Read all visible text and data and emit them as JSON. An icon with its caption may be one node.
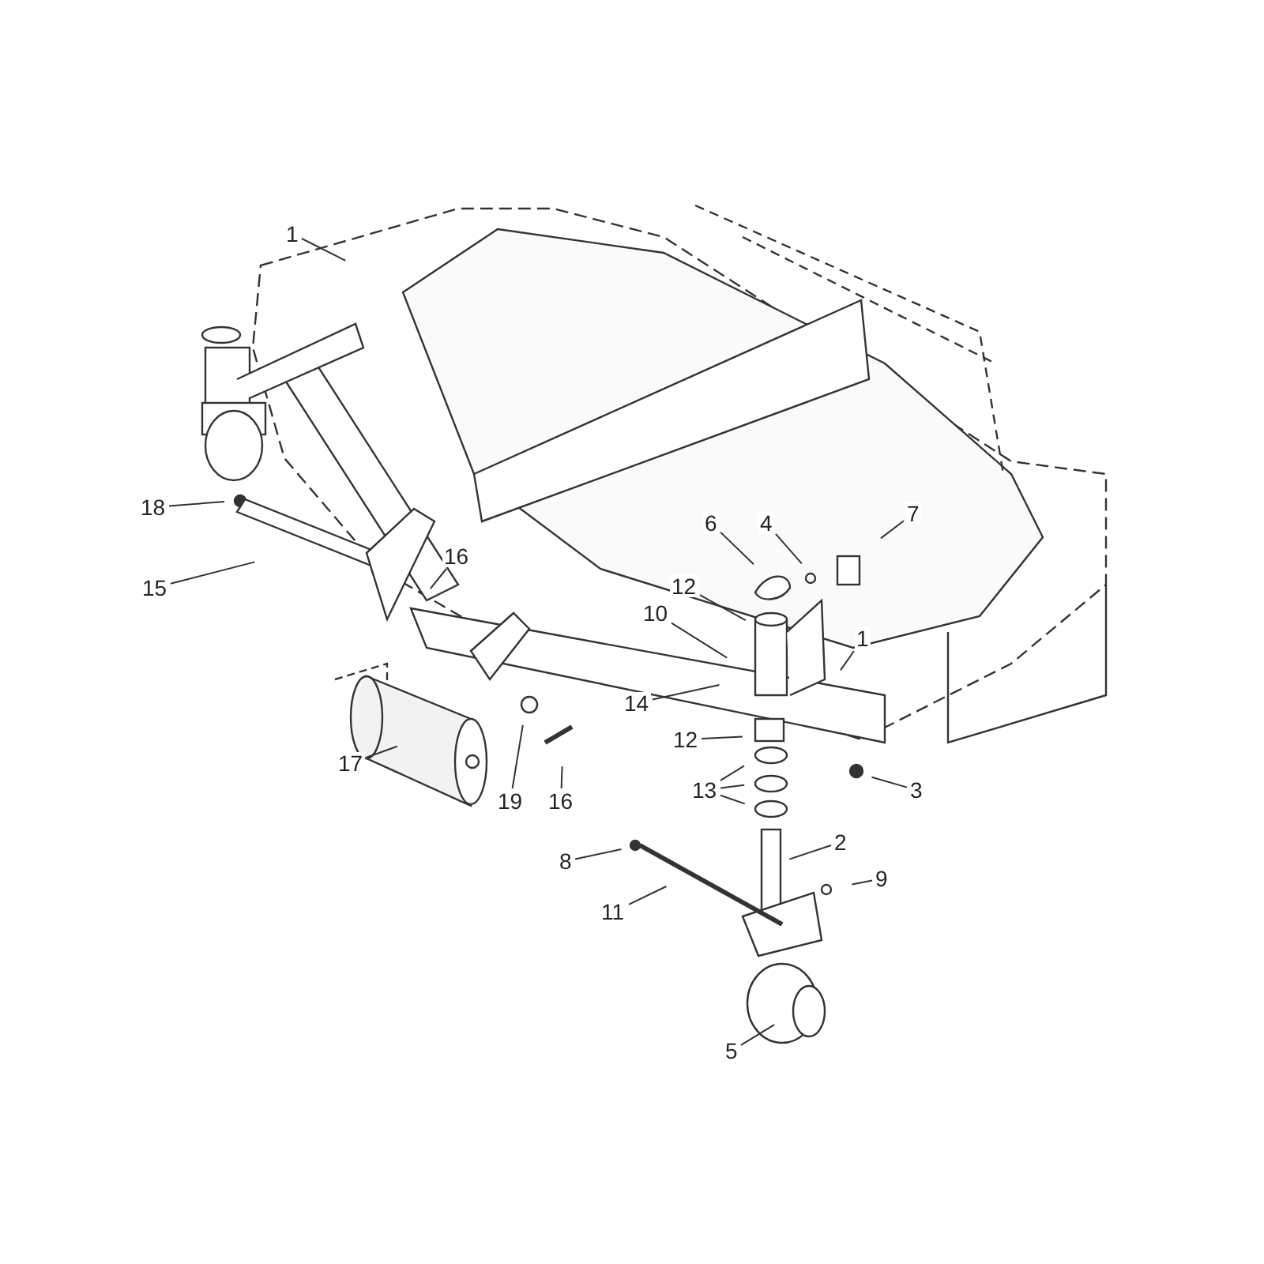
{
  "diagram": {
    "nodes": [
      {
        "text": [
          "1"
        ]
      },
      {
        "text": [
          "18"
        ]
      },
      {
        "text": [
          "16"
        ]
      },
      {
        "text": [
          "6"
        ]
      },
      {
        "text": [
          "4"
        ]
      },
      {
        "text": [
          "7"
        ]
      },
      {
        "text": [
          "15"
        ]
      },
      {
        "text": [
          "12"
        ]
      },
      {
        "text": [
          "10"
        ]
      },
      {
        "text": [
          "1"
        ]
      },
      {
        "text": [
          "14"
        ]
      },
      {
        "text": [
          "12"
        ]
      },
      {
        "text": [
          "17"
        ]
      },
      {
        "text": [
          "19"
        ]
      },
      {
        "text": [
          "16"
        ]
      },
      {
        "text": [
          "13"
        ]
      },
      {
        "text": [
          "3"
        ]
      },
      {
        "text": [
          "2"
        ]
      },
      {
        "text": [
          "8"
        ]
      },
      {
        "text": [
          "9"
        ]
      },
      {
        "text": [
          "11"
        ]
      },
      {
        "text": [
          "5"
        ]
      }
    ],
    "edges": [
      {
        "from": 0,
        "to": null,
        "arrow": "none"
      },
      {
        "from": 1,
        "to": null,
        "arrow": "none"
      },
      {
        "from": 2,
        "to": null,
        "arrow": "none"
      },
      {
        "from": 3,
        "to": null,
        "arrow": "none"
      },
      {
        "from": 4,
        "to": null,
        "arrow": "none"
      },
      {
        "from": 5,
        "to": null,
        "arrow": "none"
      },
      {
        "from": 6,
        "to": null,
        "arrow": "none"
      },
      {
        "from": 7,
        "to": null,
        "arrow": "none"
      },
      {
        "from": 8,
        "to": null,
        "arrow": "none"
      },
      {
        "from": 9,
        "to": null,
        "arrow": "none"
      },
      {
        "from": 10,
        "to": null,
        "arrow": "none"
      },
      {
        "from": 11,
        "to": null,
        "arrow": "none"
      },
      {
        "from": 12,
        "to": null,
        "arrow": "none"
      },
      {
        "from": 13,
        "to": null,
        "arrow": "none"
      },
      {
        "from": 14,
        "to": null,
        "arrow": "none"
      },
      {
        "from": 15,
        "to": null,
        "arrow": "none"
      },
      {
        "from": 15,
        "to": null,
        "arrow": "none"
      },
      {
        "from": 15,
        "to": null,
        "arrow": "none"
      },
      {
        "from": 16,
        "to": null,
        "arrow": "none"
      },
      {
        "from": 17,
        "to": null,
        "arrow": "none"
      },
      {
        "from": 18,
        "to": null,
        "arrow": "none"
      },
      {
        "from": 19,
        "to": null,
        "arrow": "none"
      },
      {
        "from": 20,
        "to": null,
        "arrow": "none"
      },
      {
        "from": 21,
        "to": null,
        "arrow": "none"
      }
    ]
  }
}
